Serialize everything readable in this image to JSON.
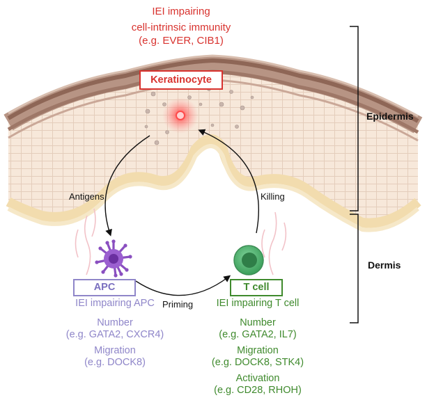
{
  "top_text": {
    "line1": "IEI impairing",
    "line2": "cell-intrinsic immunity",
    "line3": "(e.g. EVER, CIB1)"
  },
  "keratinocyte_label": "Keratinocyte",
  "layers": {
    "epidermis": "Epidermis",
    "dermis": "Dermis"
  },
  "arrows": {
    "antigens": "Antigens",
    "killing": "Killing",
    "priming": "Priming"
  },
  "apc": {
    "label": "APC",
    "title": "IEI impairing APC",
    "number_heading": "Number",
    "number_examples": "(e.g. GATA2, CXCR4)",
    "migration_heading": "Migration",
    "migration_examples": "(e.g. DOCK8)"
  },
  "tcell": {
    "label": "T cell",
    "title": "IEI impairing T cell",
    "number_heading": "Number",
    "number_examples": "(e.g. GATA2, IL7)",
    "migration_heading": "Migration",
    "migration_examples": "(e.g. DOCK8, STK4)",
    "activation_heading": "Activation",
    "activation_examples": "(e.g. CD28, RHOH)"
  },
  "colors": {
    "red": "#d8322e",
    "apc_purple": "#8f86c9",
    "apc_cell": "#8a4fc0",
    "tcell_green": "#3f8a2d",
    "tcell_cell": "#4caf6a",
    "skin": "#f6e4d3",
    "stratum_corneum": "#8e6656",
    "basal_layer": "#f2dcae"
  }
}
